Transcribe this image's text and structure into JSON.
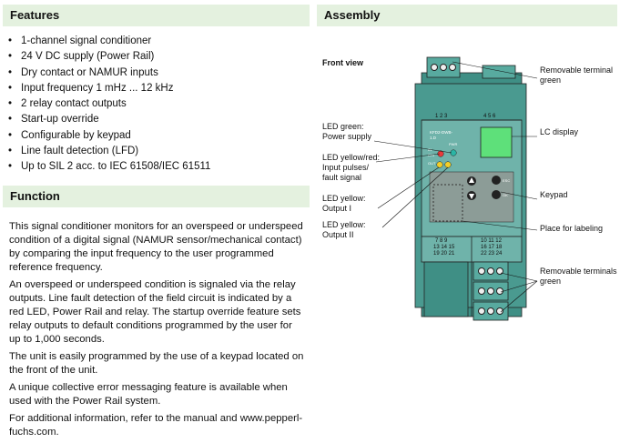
{
  "features": {
    "title": "Features",
    "items": [
      "1-channel signal conditioner",
      "24 V DC supply (Power Rail)",
      "Dry contact or NAMUR inputs",
      "Input frequency 1 mHz ... 12 kHz",
      "2 relay contact outputs",
      "Start-up override",
      "Configurable by keypad",
      "Line fault detection (LFD)",
      "Up to SIL 2 acc. to IEC 61508/IEC 61511"
    ]
  },
  "function": {
    "title": "Function",
    "paragraphs": [
      "This signal conditioner monitors for an overspeed or underspeed condition of a digital signal (NAMUR sensor/mechanical contact) by comparing the input frequency to the user programmed reference frequency.",
      "An overspeed or underspeed condition is signaled via the relay outputs. Line fault detection of the field circuit is indicated by a red LED, Power Rail and relay. The startup override feature sets relay outputs to default conditions programmed by the user for up to 1,000 seconds.",
      "The unit is easily programmed by the use of a keypad located on the front of the unit.",
      "A unique collective error messaging feature is available when used with the Power Rail system.",
      "For additional information, refer to the manual and www.pepperl-fuchs.com."
    ]
  },
  "assembly": {
    "title": "Assembly",
    "front_view": "Front view",
    "labels": {
      "removable_top_1": "Removable terminal",
      "removable_top_2": "green",
      "lc_display": "LC display",
      "keypad": "Keypad",
      "place_labeling": "Place for labeling",
      "removable_bottom_1": "Removable terminals",
      "removable_bottom_2": "green",
      "led_green_1": "LED green:",
      "led_green_2": "Power supply",
      "led_yr_1": "LED yellow/red:",
      "led_yr_2": "Input pulses/",
      "led_yr_3": "fault signal",
      "led_y1_1": "LED yellow:",
      "led_y1_2": "Output I",
      "led_y2_1": "LED yellow:",
      "led_y2_2": "Output II"
    },
    "device": {
      "model": "KFD2-DWB-",
      "model2": "1.D",
      "pwr": "PWR",
      "in_chi": "IN",
      "chi": "CHI",
      "out": "OUT",
      "esc": "ESC",
      "ok": "OK",
      "top_left_terms": "1  2  3",
      "top_right_terms": "4  5  6",
      "bl_row1": "7  8  9",
      "bl_row2": "13 14 15",
      "bl_row3": "19 20 21",
      "br_row1": "10 11 12",
      "br_row2": "16 17 18",
      "br_row3": "22 23 24"
    },
    "colors": {
      "housing": "#3f8f85",
      "terminal": "#58aa9f",
      "display": "#5ee07a",
      "led_green": "#2bb5a5",
      "led_red": "#e83b3b",
      "led_yellow": "#f2cf2a"
    }
  }
}
